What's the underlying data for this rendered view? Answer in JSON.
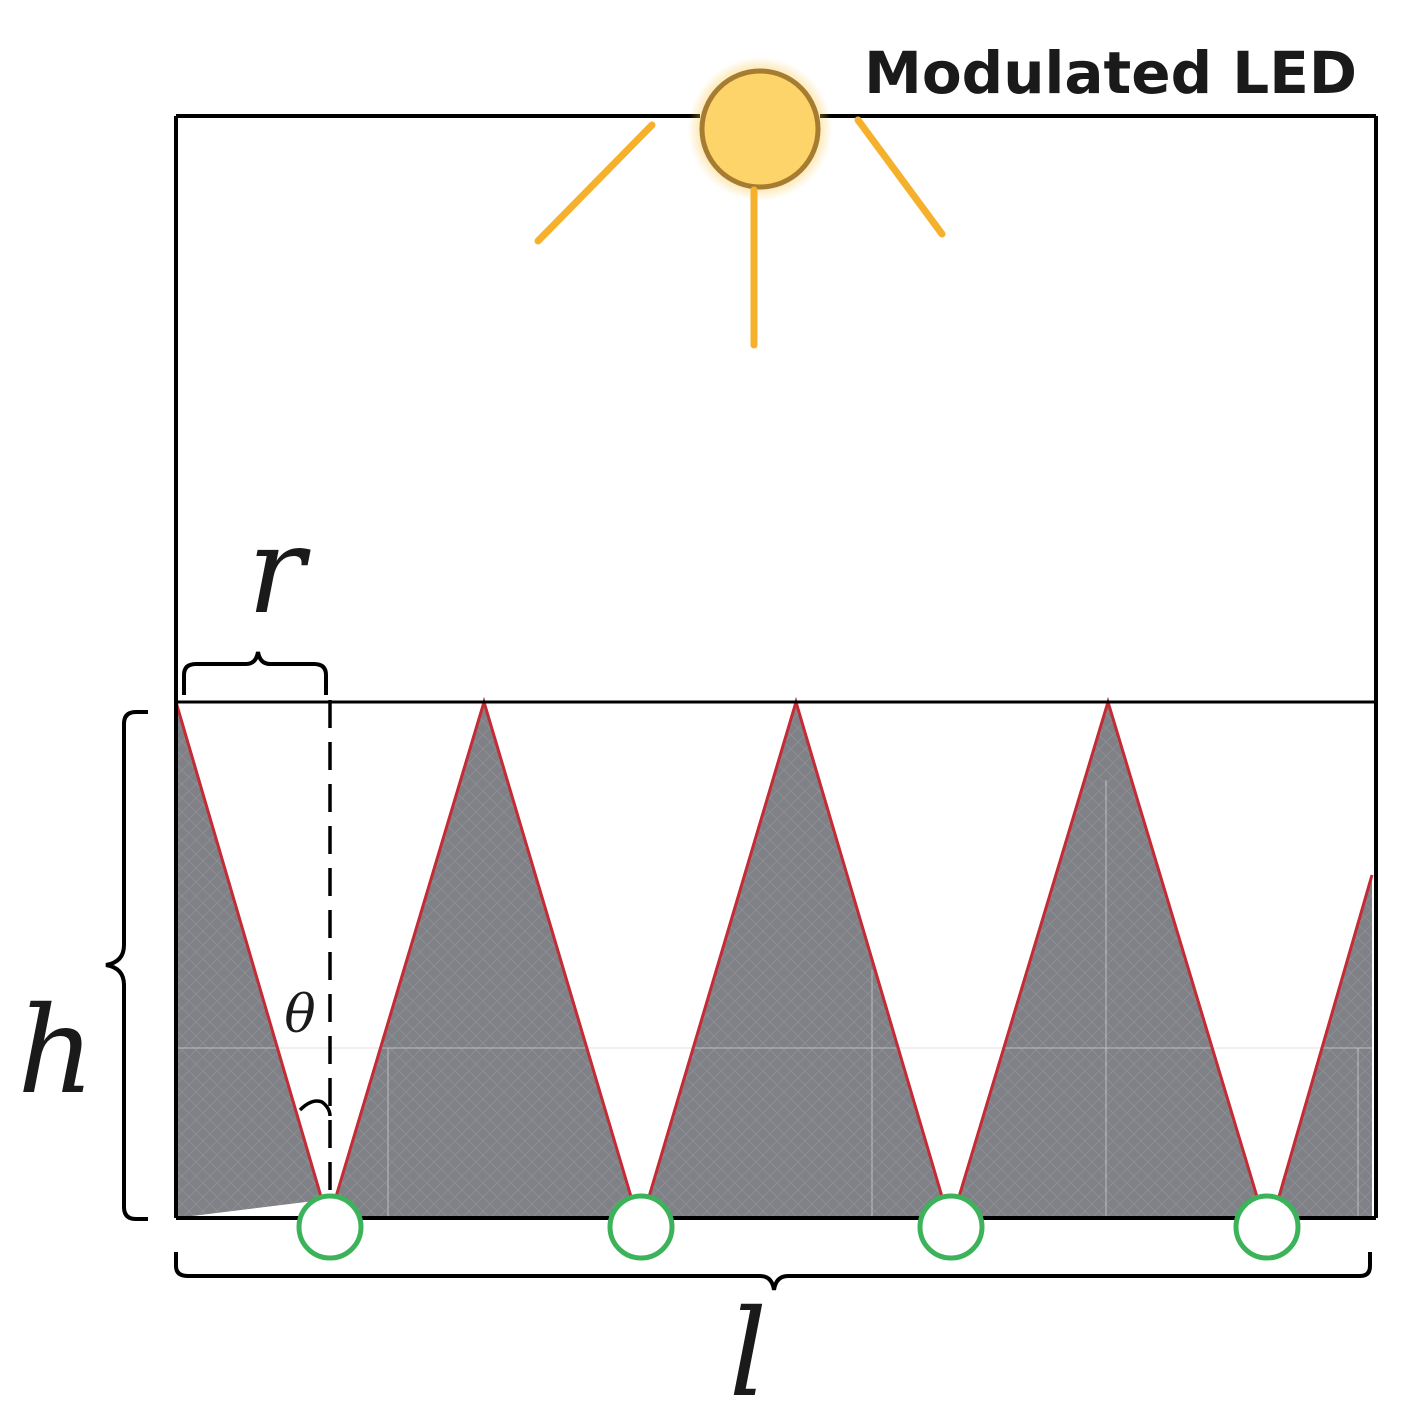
{
  "labels": {
    "led": "Modulated LED",
    "r": "r",
    "h": "h",
    "l": "l",
    "theta": "θ"
  },
  "colors": {
    "outline": "#000000",
    "led_fill": "#fdd46a",
    "led_stroke": "#a67c30",
    "led_glow": "#fbc646",
    "rays": "#f6b12c",
    "shade_fill": "#7f8086",
    "shade_edge": "#c42b35",
    "sensor_stroke": "#3cb35a",
    "sensor_fill": "#ffffff"
  }
}
